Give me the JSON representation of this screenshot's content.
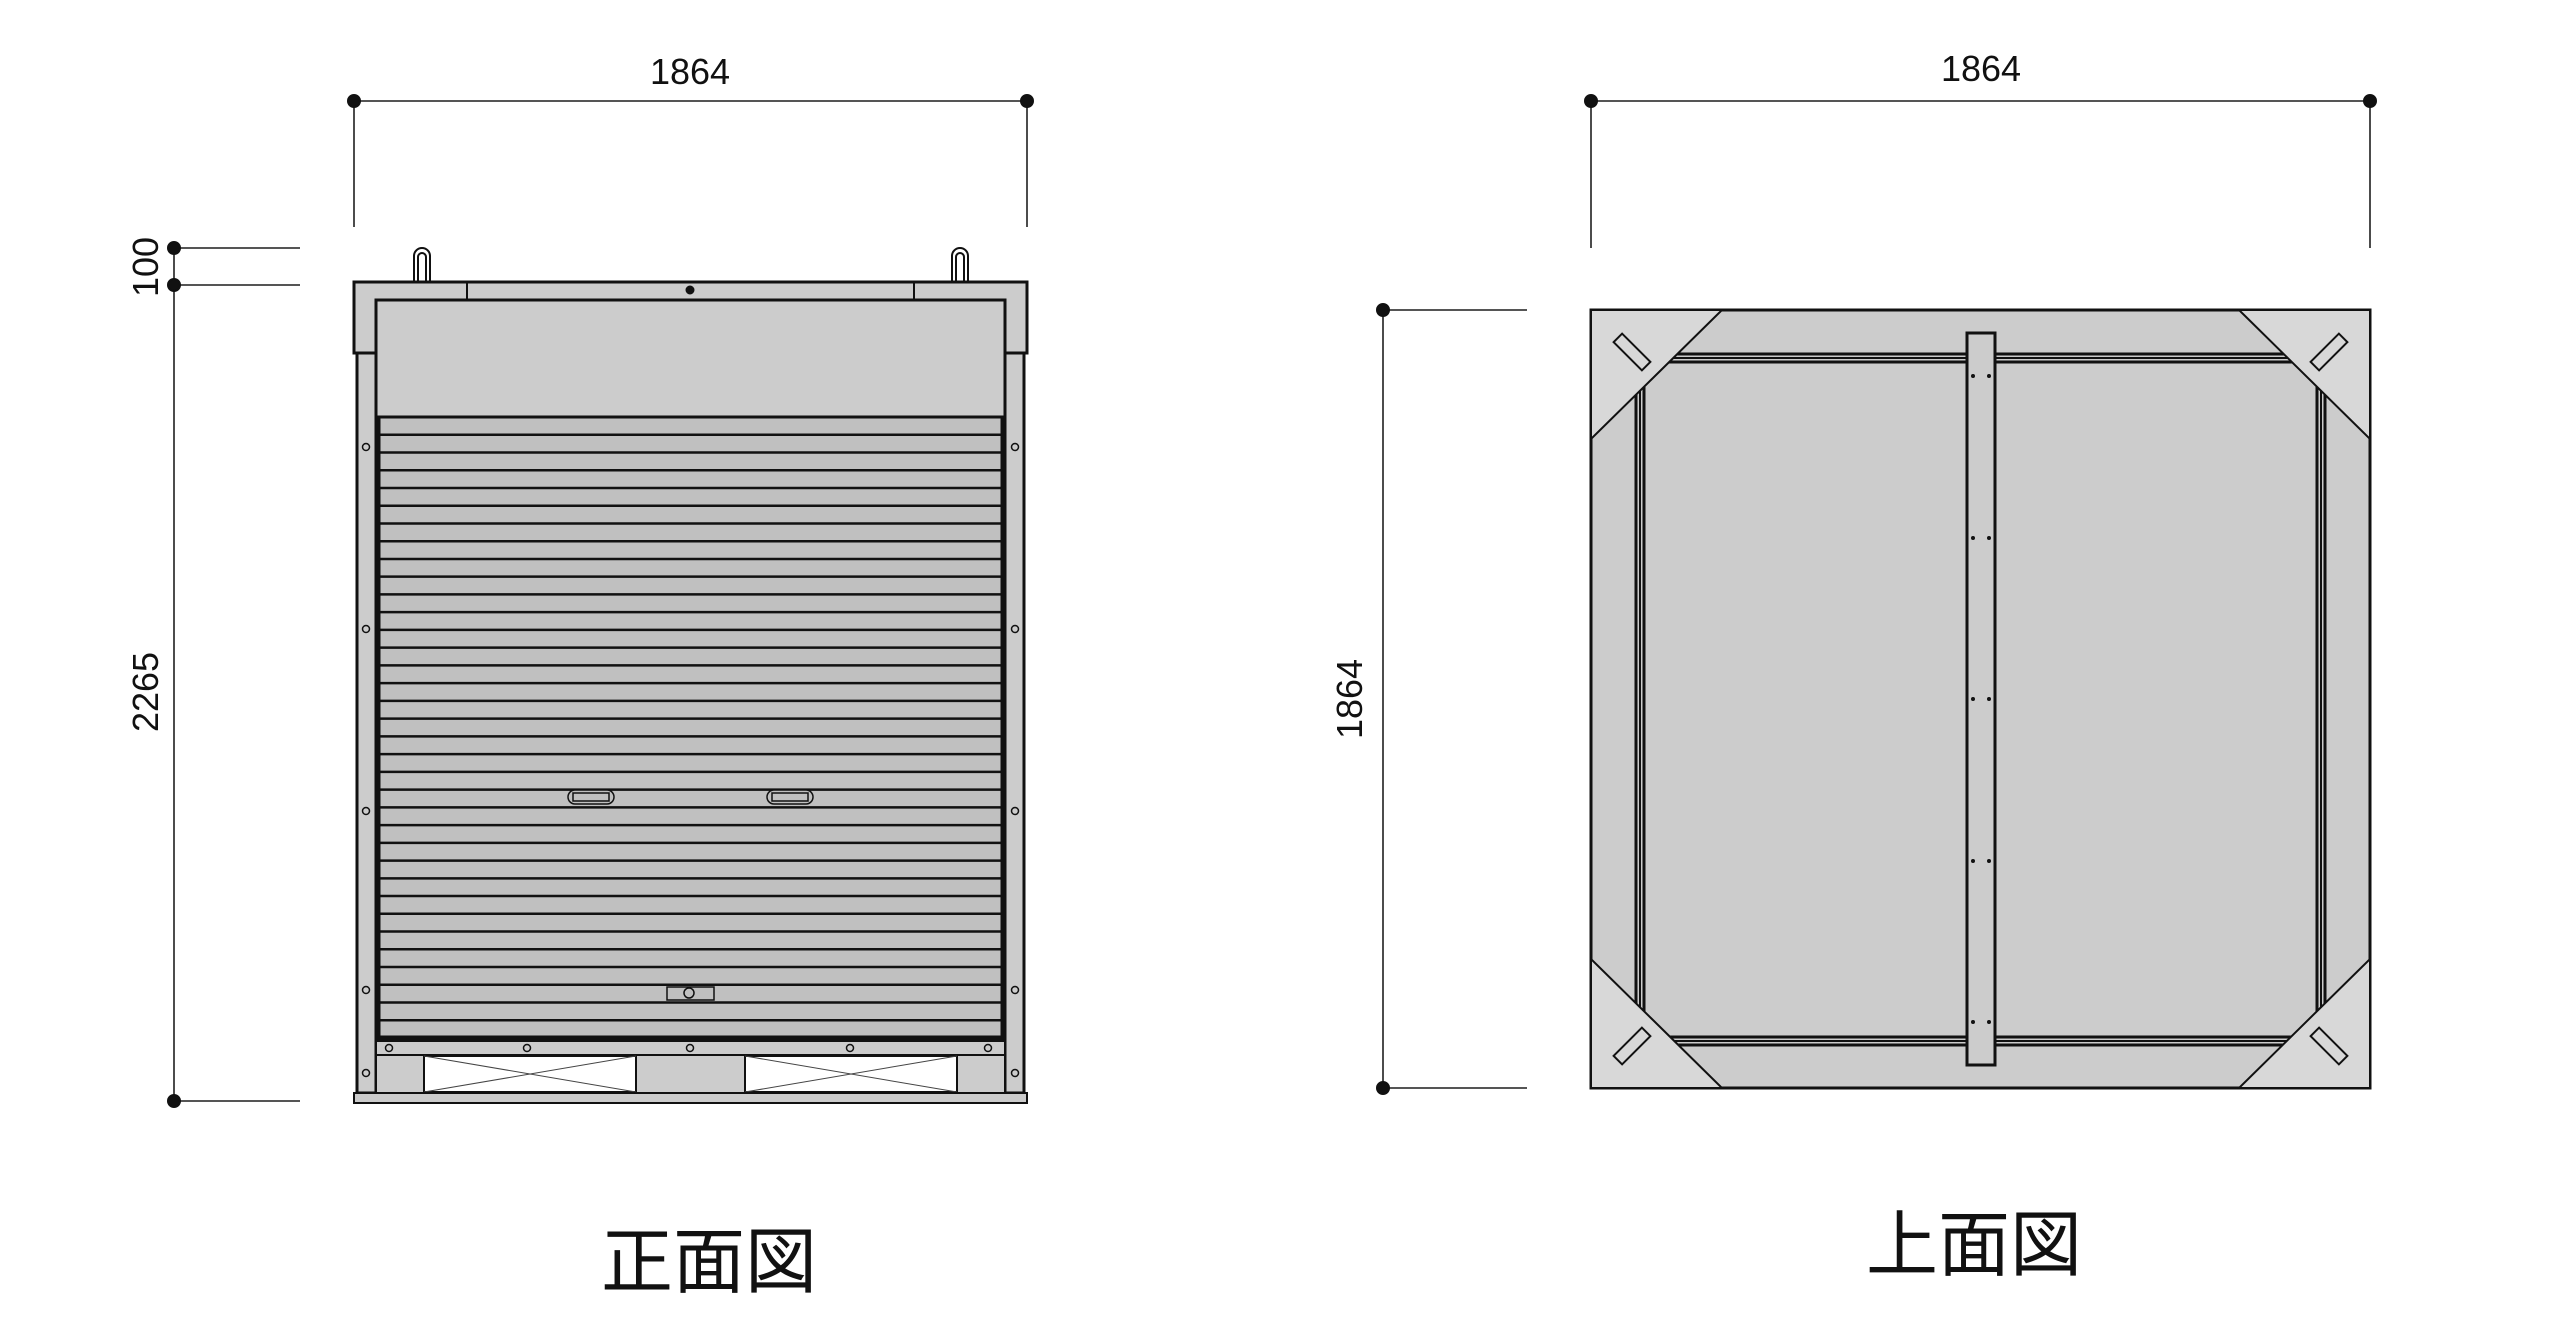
{
  "front_view": {
    "title": "正面図",
    "width_dim": "1864",
    "top_dim": "100",
    "height_dim": "2265",
    "slat_count": 35
  },
  "top_view": {
    "title": "上面図",
    "width_dim": "1864",
    "depth_dim": "1864"
  },
  "colors": {
    "body": "#cccccc",
    "shutter": "#c0c0c0",
    "corner": "#d8d8d8",
    "line": "#111111"
  }
}
